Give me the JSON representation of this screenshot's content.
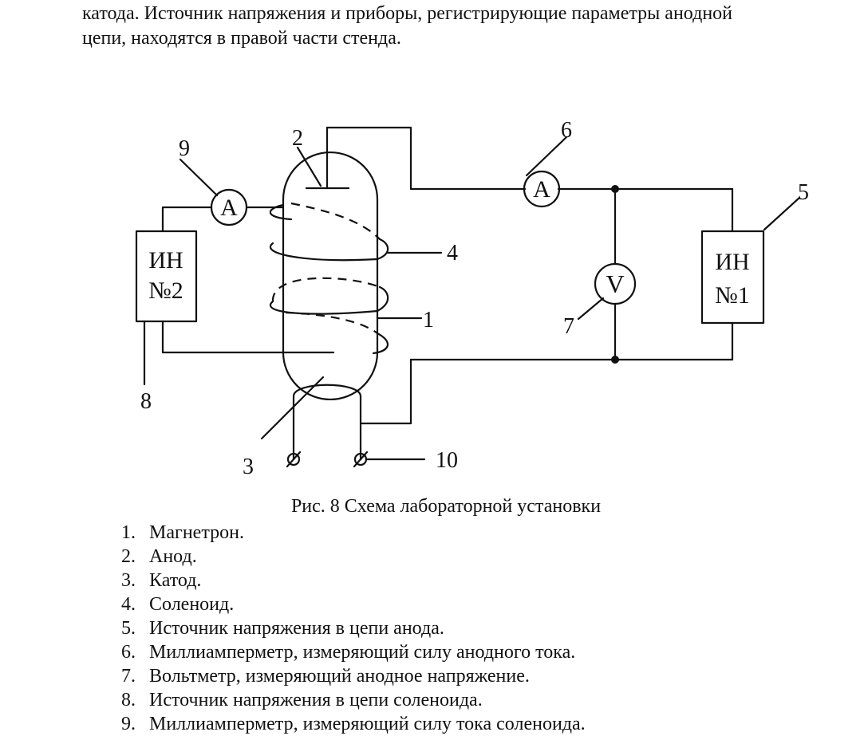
{
  "text": {
    "intro_line1": "катода. Источник напряжения и приборы, регистрирующие параметры анодной",
    "intro_line2": "цепи, находятся в правой части стенда."
  },
  "figure": {
    "caption": "Рис. 8 Схема лабораторной установки",
    "source_left_l1": "ИН",
    "source_left_l2": "№2",
    "source_right_l1": "ИН",
    "source_right_l2": "№1",
    "ammeter_symbol": "A",
    "voltmeter_symbol": "V",
    "callouts": {
      "c1": "1",
      "c2": "2",
      "c3": "3",
      "c4": "4",
      "c5": "5",
      "c6": "6",
      "c7": "7",
      "c8": "8",
      "c9": "9",
      "c10": "10"
    }
  },
  "legend": [
    {
      "num": "1.",
      "text": "Магнетрон."
    },
    {
      "num": "2.",
      "text": "Анод."
    },
    {
      "num": "3.",
      "text": "Катод."
    },
    {
      "num": "4.",
      "text": "Соленоид."
    },
    {
      "num": "5.",
      "text": "Источник напряжения в цепи анода."
    },
    {
      "num": "6.",
      "text": "Миллиамперметр, измеряющий силу анодного тока."
    },
    {
      "num": "7.",
      "text": "Вольтметр, измеряющий анодное напряжение."
    },
    {
      "num": "8.",
      "text": "Источник напряжения в цепи соленоида."
    },
    {
      "num": "9.",
      "text": "Миллиамперметр, измеряющий силу тока соленоида."
    }
  ]
}
